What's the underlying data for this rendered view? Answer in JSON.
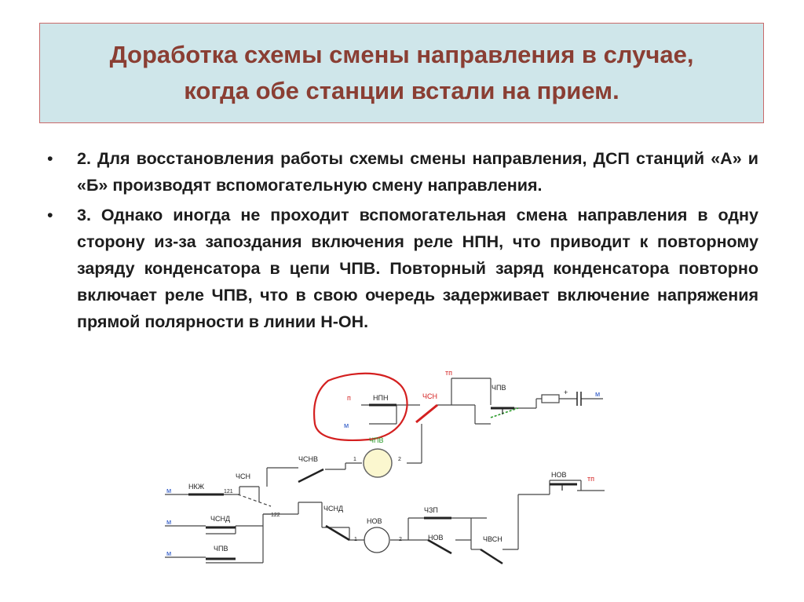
{
  "title": {
    "line1": "Доработка схемы смены направления в случае,",
    "line2": "когда обе станции встали на прием."
  },
  "bullets": [
    {
      "marker": "•",
      "text": "2. Для восстановления работы схемы смены направления, ДСП станций «А» и «Б» производят вспомогательную смену направления."
    },
    {
      "marker": "•",
      "text": "3. Однако иногда не проходит вспомогательная смена направления в одну сторону из-за запоздания включения реле НПН, что приводит к повторному заряду конденсатора в цепи ЧПВ. Повторный заряд конденсатора повторно включает реле ЧПВ, что в свою очередь задерживает включение напряжения прямой полярности в линии Н-ОН."
    }
  ],
  "diagram": {
    "labels": {
      "npn": "НПН",
      "p": "п",
      "m": "м",
      "chsn": "ЧСН",
      "tp": "тп",
      "chpv": "ЧПВ",
      "plus": "+",
      "chpv_relay": "ЧПВ",
      "chsnv": "ЧСНВ",
      "one": "1",
      "two": "2",
      "nkzh": "НКЖ",
      "chsn2": "ЧСН",
      "c121": "121",
      "c122": "122",
      "chsnd": "ЧСНД",
      "chsnd2": "ЧСНД",
      "chpv3": "ЧПВ",
      "nov_relay": "НОВ",
      "czp": "ЧЗП",
      "nov2": "НОВ",
      "chvsn": "ЧВСН",
      "nov3": "НОВ"
    },
    "colors": {
      "wire": "#444444",
      "highlight_circle": "#d42020",
      "red_contact": "#d42020",
      "relay_fill": "#fbf7cf",
      "relay_label": "#2a9a2a",
      "green_dashed": "#2a9a2a",
      "blue_text": "#2a56c6",
      "red_text": "#d42020"
    }
  }
}
